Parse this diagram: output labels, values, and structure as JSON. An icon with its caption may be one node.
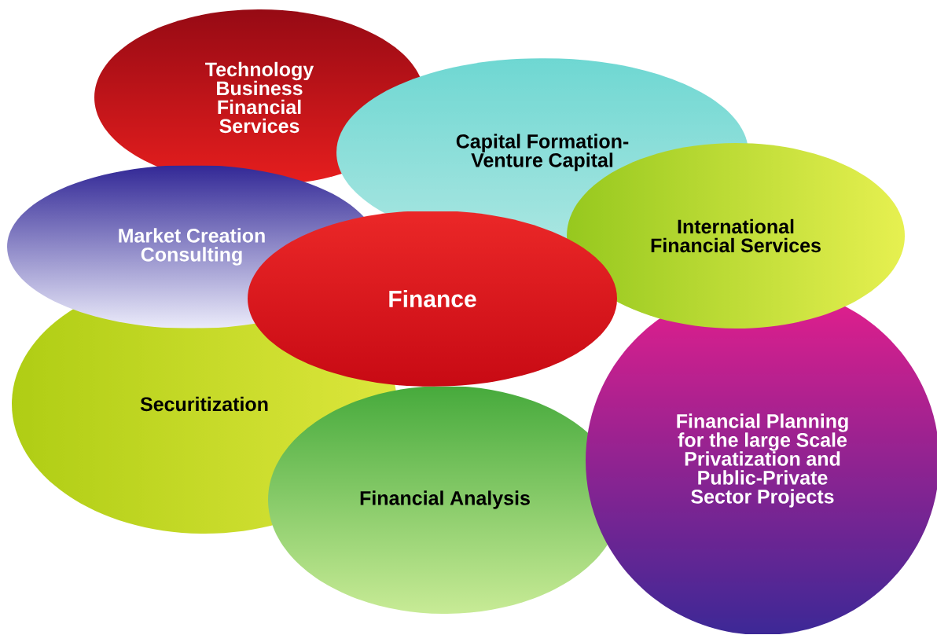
{
  "diagram": {
    "nodes": [
      {
        "text": [
          "Technology Business Financial Services"
        ]
      },
      {
        "text": [
          "Capital Formation-Venture Capital"
        ]
      },
      {
        "text": [
          "Market Creation Consulting"
        ]
      },
      {
        "text": [
          "International Financial Services"
        ]
      },
      {
        "text": [
          "Finance"
        ]
      },
      {
        "text": [
          "Securitization"
        ]
      },
      {
        "text": [
          "Financial Planning for the large Scale Privatization and Public-Private Sector Projects"
        ]
      },
      {
        "text": [
          "Financial Analysis"
        ]
      }
    ]
  }
}
